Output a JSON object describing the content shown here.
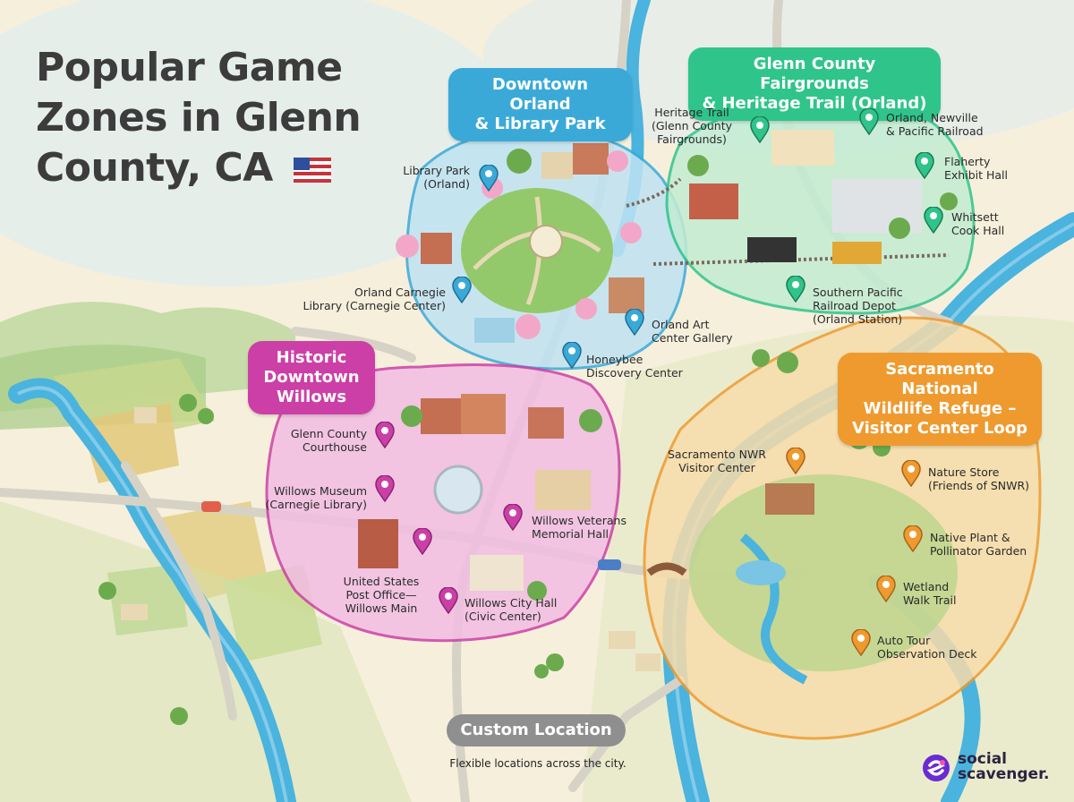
{
  "title": {
    "line1": "Popular Game",
    "line2": "Zones in Glenn",
    "line3": "County, CA",
    "flag_icon": "us-flag-icon"
  },
  "zones": {
    "downtown_orland": {
      "title": "Downtown Orland\n& Library Park",
      "color": "#3aa9d8",
      "fill": "#bfe3f2",
      "pins": [
        {
          "label": "Library Park\n(Orland)"
        },
        {
          "label": "Orland Carnegie\nLibrary (Carnegie Center)"
        },
        {
          "label": "Orland Art\nCenter Gallery"
        },
        {
          "label": "Honeybee\nDiscovery Center"
        }
      ]
    },
    "fairgrounds": {
      "title": "Glenn County Fairgrounds\n& Heritage Trail (Orland)",
      "color": "#2fc48a",
      "fill": "#c3ecd2",
      "pins": [
        {
          "label": "Heritage Trail\n(Glenn County\nFairgrounds)"
        },
        {
          "label": "Orland, Newville\n& Pacific Railroad"
        },
        {
          "label": "Flaherty\nExhibit Hall"
        },
        {
          "label": "Whitsett\nCook Hall"
        },
        {
          "label": "Southern Pacific\nRailroad Depot\n(Orland Station)"
        }
      ]
    },
    "willows": {
      "title": "Historic\nDowntown\nWillows",
      "color": "#cc3fa6",
      "fill": "#f2bde3",
      "pins": [
        {
          "label": "Glenn County\nCourthouse"
        },
        {
          "label": "Willows Museum\n(Carnegie Library)"
        },
        {
          "label": "Willows Veterans\nMemorial Hall"
        },
        {
          "label": "United States\nPost Office—\nWillows Main"
        },
        {
          "label": "Willows City Hall\n(Civic Center)"
        }
      ]
    },
    "refuge": {
      "title": "Sacramento National\nWildlife Refuge –\nVisitor Center Loop",
      "color": "#ef9a2f",
      "fill": "#f7dcaa",
      "pins": [
        {
          "label": "Sacramento NWR\nVisitor Center"
        },
        {
          "label": "Nature Store\n(Friends of SNWR)"
        },
        {
          "label": "Native Plant &\nPollinator Garden"
        },
        {
          "label": "Wetland\nWalk Trail"
        },
        {
          "label": "Auto Tour\nObservation Deck"
        }
      ]
    }
  },
  "custom_location": {
    "label": "Custom Location",
    "subtitle": "Flexible locations across the city.",
    "color": "#8f8f8f"
  },
  "brand": {
    "line1": "social",
    "line2": "scavenger.",
    "logo_icon": "social-scavenger-logo",
    "color": "#6a2bd1"
  },
  "colors": {
    "river": "#4ab3de",
    "land": "#f6efdc",
    "road": "#d7d2c6"
  }
}
